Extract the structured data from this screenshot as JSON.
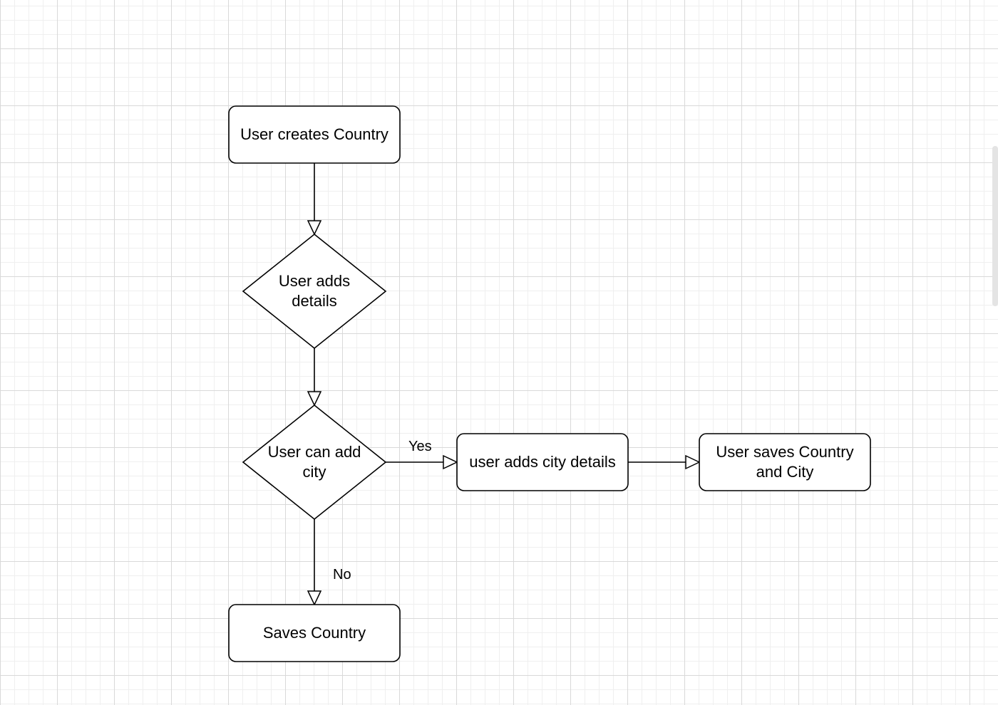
{
  "diagram": {
    "nodes": {
      "create_country": "User creates Country",
      "adds_details": "User adds\ndetails",
      "can_add_city": "User can add\ncity",
      "adds_city_details": "user adds city details",
      "saves_country_city": "User saves Country\nand City",
      "saves_country": "Saves Country"
    },
    "edges": {
      "yes_label": "Yes",
      "no_label": "No"
    }
  },
  "colors": {
    "stroke": "#000000",
    "grid_major": "#d9d9d9",
    "grid_minor": "#efefef"
  }
}
